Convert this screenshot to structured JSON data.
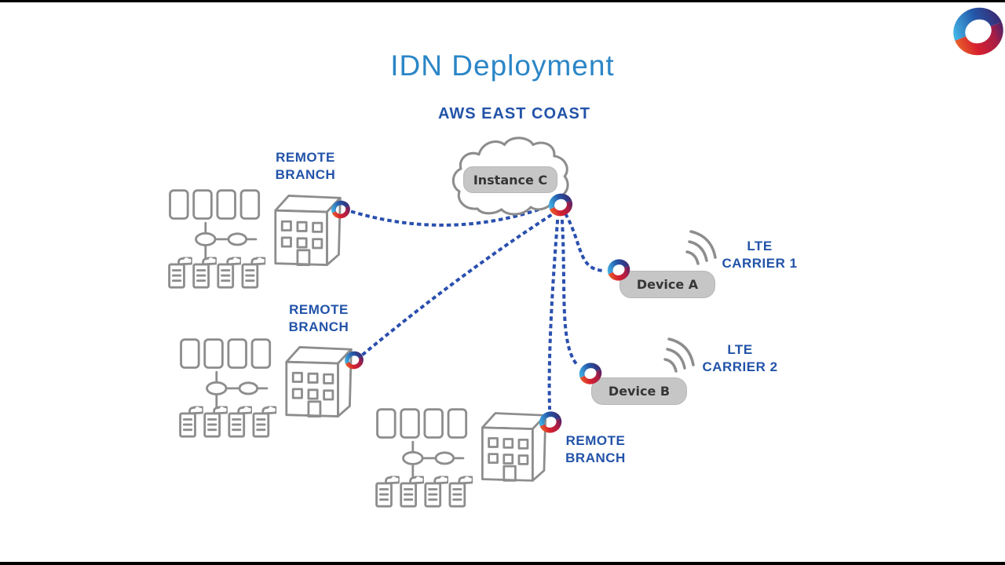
{
  "page": {
    "title": "IDN Deployment"
  },
  "cloud": {
    "region_label": "AWS EAST COAST",
    "instance_label": "Instance C"
  },
  "branches": [
    {
      "label_line1": "REMOTE",
      "label_line2": "BRANCH"
    },
    {
      "label_line1": "REMOTE",
      "label_line2": "BRANCH"
    },
    {
      "label_line1": "REMOTE",
      "label_line2": "BRANCH"
    }
  ],
  "devices": [
    {
      "name": "Device A",
      "carrier_line1": "LTE",
      "carrier_line2": "CARRIER 1"
    },
    {
      "name": "Device B",
      "carrier_line1": "LTE",
      "carrier_line2": "CARRIER 2"
    }
  ],
  "icons": {
    "brand": "swirl-brand-icon",
    "node": "swirl-node-icon",
    "cloud": "cloud-outline-icon",
    "building": "office-building-icon",
    "lan": "lan-network-sketch-icon",
    "wifi": "wifi-signal-icon"
  },
  "colors": {
    "title_blue": "#2b86c7",
    "label_blue": "#2253a8",
    "line_blue": "#2a4fae",
    "sketch_gray": "#8d8d8d",
    "box_gray": "#c6c6c6",
    "logo_blue": "#2456a8",
    "logo_red": "#d6202f",
    "bar_black": "#000000"
  }
}
